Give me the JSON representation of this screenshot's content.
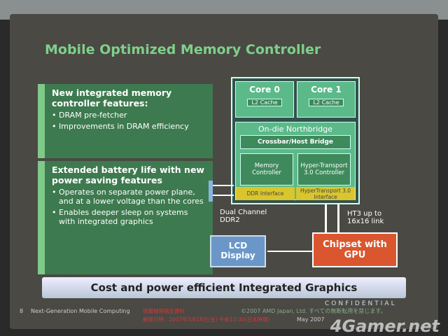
{
  "slide": {
    "title": "Mobile Optimized Memory Controller",
    "box1": {
      "heading": "New integrated memory controller features:",
      "bullets": [
        "DRAM pre-fetcher",
        "Improvements in DRAM efficiency"
      ]
    },
    "box2": {
      "heading": "Extended battery life with new power saving features",
      "bullets": [
        "Operates on separate power plane, and at a lower voltage than the cores",
        "Enables deeper sleep on systems with integrated graphics"
      ]
    },
    "diagram": {
      "core0": "Core 0",
      "core1": "Core 1",
      "l2": "L2 Cache",
      "northbridge": "On-die Northbridge",
      "crossbar": "Crossbar/Host Bridge",
      "memctrl": "Memory Controller",
      "htctrl": "Hyper-Transport 3.0 Controller",
      "ddr_if": "DDR Interface",
      "ht_if": "HyperTransport 3.0 Interface",
      "dual_channel": "Dual Channel DDR2",
      "ht3_link": "HT3 up to 16x16 link",
      "lcd": "LCD Display",
      "chipset": "Chipset with GPU"
    },
    "banner": "Cost and power efficient Integrated Graphics",
    "confidential": "CONFIDENTIAL",
    "footer_left": "Next-Generation Mobile Computing",
    "page": "8",
    "embargo1": "情報解禁指定資料",
    "embargo2": "解禁日時：2007年5月18日(金) 午前10:30(日本時間)",
    "copyright": "©2007 AMD Japan, Ltd. すべての無断転用を禁じます。",
    "date": "May 2007"
  },
  "watermark": "4Gamer.net"
}
